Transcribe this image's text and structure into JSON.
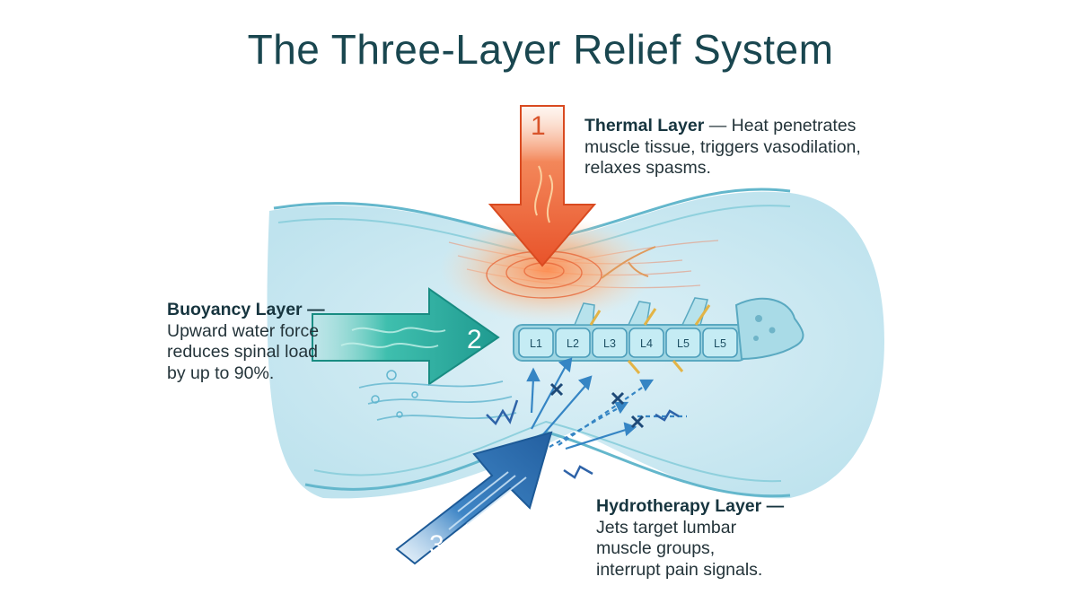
{
  "title": "The Three-Layer Relief System",
  "layers": {
    "thermal": {
      "number": "1",
      "heading": "Thermal Layer",
      "lines": [
        "— Heat penetrates",
        "muscle tissue, triggers vasodilation,",
        "relaxes spasms."
      ],
      "color": "#ea5a2b"
    },
    "buoyancy": {
      "number": "2",
      "heading": "Buoyancy Layer —",
      "lines": [
        "Upward water force",
        "reduces spinal load",
        "by up to 90%."
      ],
      "color": "#2bb3a4"
    },
    "hydrotherapy": {
      "number": "3",
      "heading": "Hydrotherapy Layer —",
      "lines": [
        "Jets target lumbar",
        "muscle groups,",
        "interrupt pain signals."
      ],
      "color": "#2f74b4"
    }
  },
  "vertebrae": [
    "L1",
    "L2",
    "L3",
    "L4",
    "L5",
    "L5"
  ]
}
